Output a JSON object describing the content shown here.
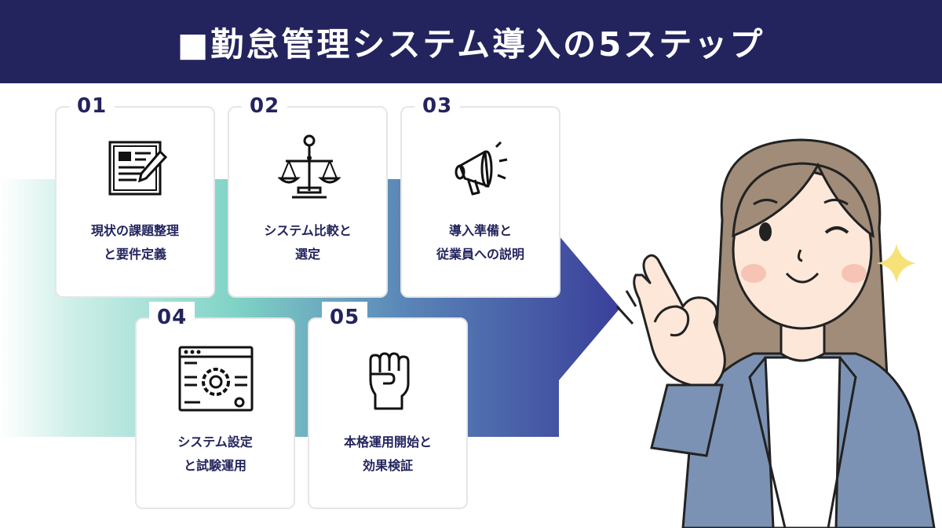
{
  "header": {
    "title": "■勤怠管理システム導入の5ステップ"
  },
  "colors": {
    "navy": "#23245e",
    "teal": "#7fd3c6",
    "indigo": "#3a3f9a",
    "card_border": "#e6e6e6",
    "sparkle": "#f7e27a",
    "hair": "#a08c78",
    "jacket": "#7c92b4",
    "skin": "#fde7d9",
    "cheek": "#f7c3b4"
  },
  "steps": [
    {
      "number": "01",
      "icon": "document-pen-icon",
      "label_lines": [
        "現状の課題整理",
        "と要件定義"
      ]
    },
    {
      "number": "02",
      "icon": "balance-scale-icon",
      "label_lines": [
        "システム比較と",
        "選定"
      ]
    },
    {
      "number": "03",
      "icon": "megaphone-icon",
      "label_lines": [
        "導入準備と",
        "従業員への説明"
      ]
    },
    {
      "number": "04",
      "icon": "settings-window-icon",
      "label_lines": [
        "システム設定",
        "と試験運用"
      ]
    },
    {
      "number": "05",
      "icon": "fist-icon",
      "label_lines": [
        "本格運用開始と",
        "効果検証"
      ]
    }
  ]
}
